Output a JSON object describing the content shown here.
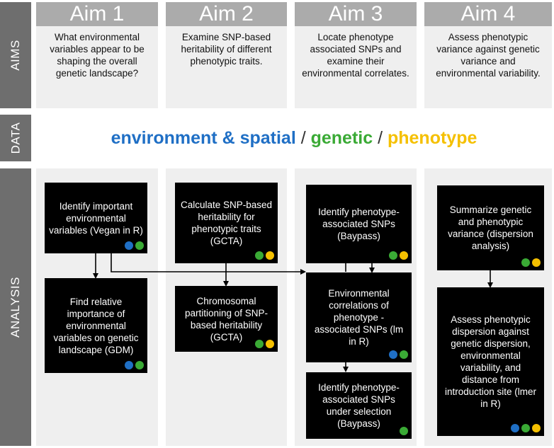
{
  "row_labels": {
    "aims": "AIMS",
    "data": "DATA",
    "analysis": "ANALYSIS"
  },
  "colors": {
    "environment": "#1f6fc5",
    "genetic": "#3aaa35",
    "phenotype": "#f5c000",
    "column_bg": "#efefef",
    "header_bg": "#ababab",
    "label_bg": "#6e6e6e"
  },
  "aims": [
    {
      "title": "Aim 1",
      "text": "What environmental variables appear to be shaping the overall genetic landscape?"
    },
    {
      "title": "Aim 2",
      "text": "Examine SNP-based heritability of different phenotypic traits."
    },
    {
      "title": "Aim 3",
      "text": "Locate phenotype associated SNPs and examine their environmental correlates."
    },
    {
      "title": "Aim 4",
      "text": "Assess phenotypic variance against genetic variance and environmental variability."
    }
  ],
  "data_row": {
    "environment": "environment & spatial",
    "sep1": " / ",
    "genetic": "genetic",
    "sep2": " / ",
    "phenotype": "phenotype"
  },
  "boxes": {
    "a1_identify": {
      "text": "Identify important environmental variables (Vegan in R)",
      "dots": [
        "environment",
        "genetic"
      ]
    },
    "a1_gdm": {
      "text": "Find relative importance of environmental variables on genetic landscape (GDM)",
      "dots": [
        "environment",
        "genetic"
      ]
    },
    "a2_gcta": {
      "text": "Calculate SNP-based heritability for phenotypic traits (GCTA)",
      "dots": [
        "genetic",
        "phenotype"
      ]
    },
    "a2_partition": {
      "text": "Chromosomal partitioning of SNP-based heritability (GCTA)",
      "dots": [
        "genetic",
        "phenotype"
      ]
    },
    "a3_identify": {
      "text": "Identify phenotype-associated SNPs (Baypass)",
      "dots": [
        "genetic",
        "phenotype"
      ]
    },
    "a3_envcorr": {
      "text": "Environmental correlations of phenotype - associated SNPs (lm in R)",
      "dots": [
        "environment",
        "genetic"
      ]
    },
    "a3_selection": {
      "text": "Identify phenotype-associated SNPs under selection (Baypass)",
      "dots": [
        "genetic"
      ]
    },
    "a4_summarize": {
      "text": "Summarize genetic and phenotypic variance (dispersion analysis)",
      "dots": [
        "genetic",
        "phenotype"
      ]
    },
    "a4_assess": {
      "text": "Assess phenotypic dispersion against genetic dispersion, environmental variability, and distance from introduction site (lmer in R)",
      "dots": [
        "environment",
        "genetic",
        "phenotype"
      ]
    }
  }
}
